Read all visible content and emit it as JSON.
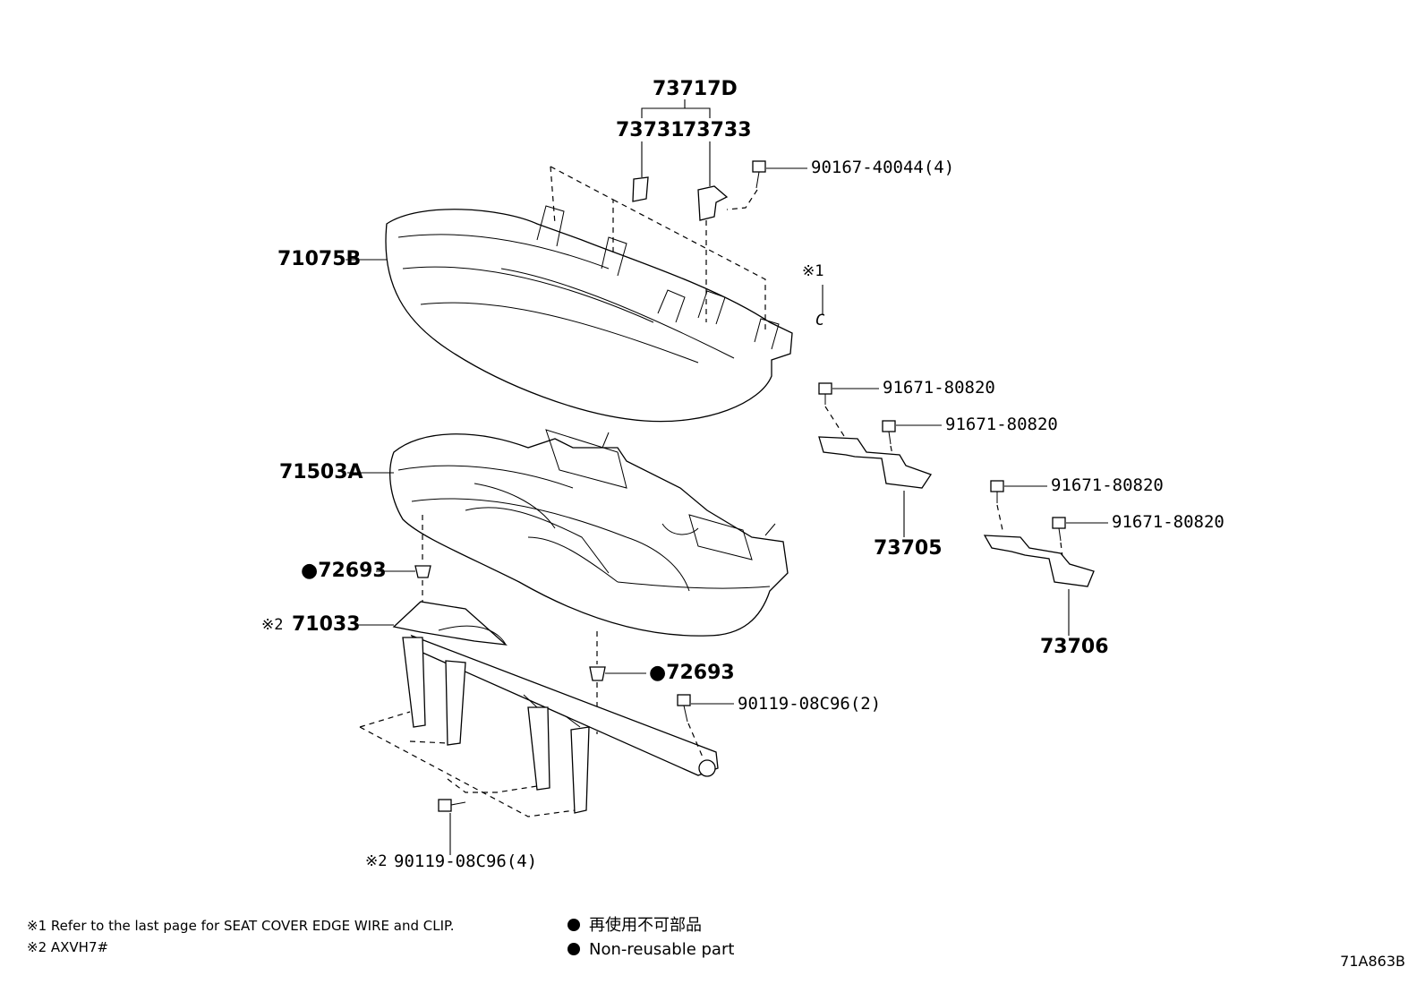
{
  "parts": {
    "p_73717D": "73717D",
    "p_73731": "73731",
    "p_73733": "73733",
    "p_90167": "90167-40044(4)",
    "p_71075B": "71075B",
    "p_ref1_mark": "※1",
    "p_ref1_clip": "C",
    "p_91671_a": "91671-80820",
    "p_91671_b": "91671-80820",
    "p_91671_c": "91671-80820",
    "p_91671_d": "91671-80820",
    "p_71503A": "71503A",
    "p_73705": "73705",
    "p_73706": "73706",
    "p_72693_a": "●72693",
    "p_72693_b": "●72693",
    "p_71033_mark": "※2",
    "p_71033": "71033",
    "p_90119_2": "90119-08C96(2)",
    "p_90119_4_mark": "※2",
    "p_90119_4": "90119-08C96(4)"
  },
  "notes": {
    "note1": "※1 Refer to the last page for SEAT COVER EDGE WIRE and CLIP.",
    "note2": "※2 AXVH7#"
  },
  "legend": {
    "jp": "再使用不可部品",
    "en": "Non-reusable part"
  },
  "diagram_id": "71A863B"
}
